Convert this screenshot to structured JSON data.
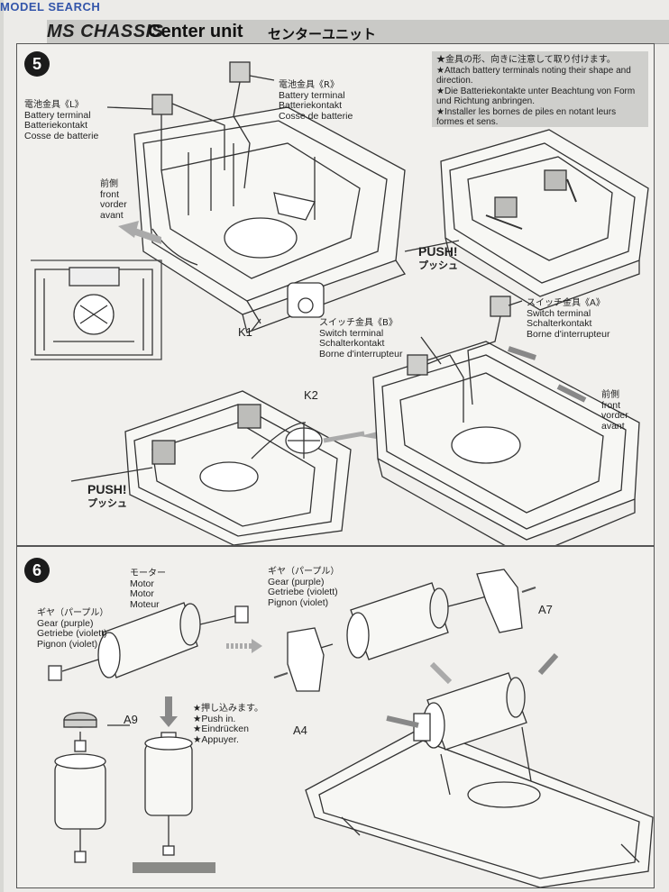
{
  "watermark": {
    "brand_a": "MODEL",
    "brand_b": "SEARCH",
    "sub": ""
  },
  "header": {
    "model": "MS",
    "chassis": "CHASSIS",
    "title": "Center unit",
    "title_jp": "センターユニット"
  },
  "step5": {
    "number": "5",
    "note": [
      "★金具の形、向きに注意して取り付けます。",
      "★Attach battery terminals noting their shape and direction.",
      "★Die Batteriekontakte unter Beachtung von Form und Richtung anbringen.",
      "★Installer les bornes de piles en notant leurs formes et sens."
    ],
    "battery_l": [
      "電池金具《L》",
      "Battery terminal",
      "Batteriekontakt",
      "Cosse de batterie"
    ],
    "battery_r": [
      "電池金具《R》",
      "Battery terminal",
      "Batteriekontakt",
      "Cosse de batterie"
    ],
    "front": [
      "前側",
      "front",
      "vorder",
      "avant"
    ],
    "front2": [
      "前側",
      "front",
      "vorder",
      "avant"
    ],
    "push1": [
      "PUSH!",
      "プッシュ"
    ],
    "push2": [
      "PUSH!",
      "プッシュ"
    ],
    "switch_b": [
      "スイッチ金具《B》",
      "Switch terminal",
      "Schalterkontakt",
      "Borne d'interrupteur"
    ],
    "switch_a": [
      "スイッチ金具《A》",
      "Switch terminal",
      "Schalterkontakt",
      "Borne d'interrupteur"
    ],
    "k1": "K1",
    "k2": "K2"
  },
  "step6": {
    "number": "6",
    "motor": [
      "モーター",
      "Motor",
      "Motor",
      "Moteur"
    ],
    "gear_left": [
      "ギヤ（パープル）",
      "Gear (purple)",
      "Getriebe (violett)",
      "Pignon (violet)"
    ],
    "gear_right": [
      "ギヤ（パープル）",
      "Gear (purple)",
      "Getriebe (violett)",
      "Pignon (violet)"
    ],
    "push_in": [
      "★押し込みます。",
      "★Push in.",
      "★Eindrücken",
      "★Appuyer."
    ],
    "a9": "A9",
    "a7": "A7",
    "a4": "A4"
  }
}
